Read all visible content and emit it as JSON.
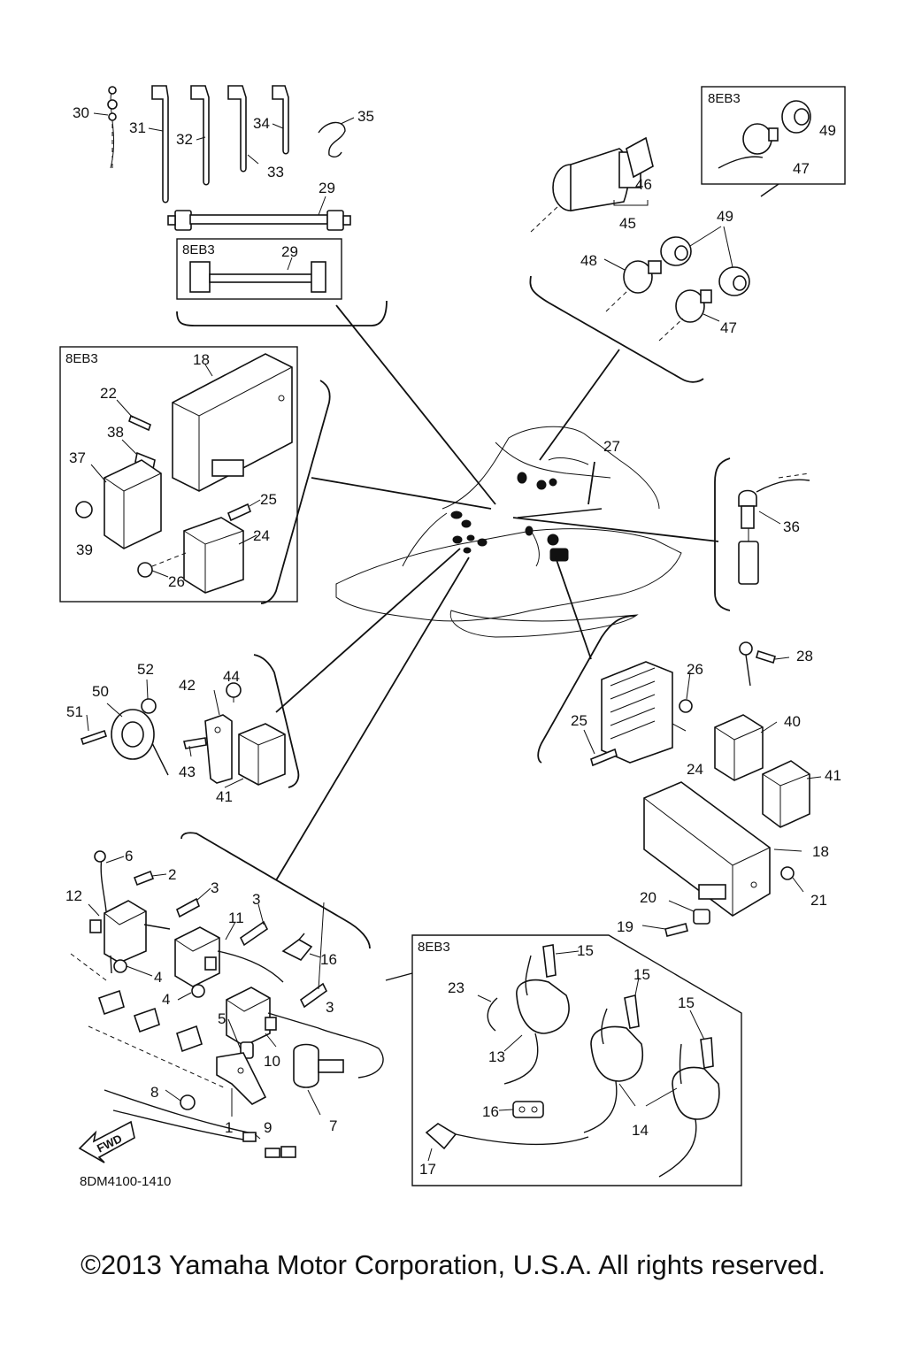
{
  "diagram": {
    "part_number": "8DM4100-1410",
    "model_tag": "8EB3",
    "fwd_label": "FWD",
    "callouts": {
      "p1": "1",
      "p2": "2",
      "p3": "3",
      "p4": "4",
      "p5": "5",
      "p6": "6",
      "p7": "7",
      "p8": "8",
      "p9": "9",
      "p10": "10",
      "p11": "11",
      "p12": "12",
      "p13": "13",
      "p14": "14",
      "p15": "15",
      "p16": "16",
      "p17": "17",
      "p18": "18",
      "p19": "19",
      "p20": "20",
      "p21": "21",
      "p22": "22",
      "p23": "23",
      "p24": "24",
      "p25": "25",
      "p26": "26",
      "p27": "27",
      "p28": "28",
      "p29": "29",
      "p30": "30",
      "p31": "31",
      "p32": "32",
      "p33": "33",
      "p34": "34",
      "p35": "35",
      "p36": "36",
      "p37": "37",
      "p38": "38",
      "p39": "39",
      "p40": "40",
      "p41": "41",
      "p42": "42",
      "p43": "43",
      "p44": "44",
      "p45": "45",
      "p46": "46",
      "p47": "47",
      "p48": "48",
      "p49": "49",
      "p50": "50",
      "p51": "51",
      "p52": "52"
    }
  },
  "footer": {
    "copyright": "©2013 Yamaha Motor Corporation, U.S.A. All rights reserved."
  }
}
